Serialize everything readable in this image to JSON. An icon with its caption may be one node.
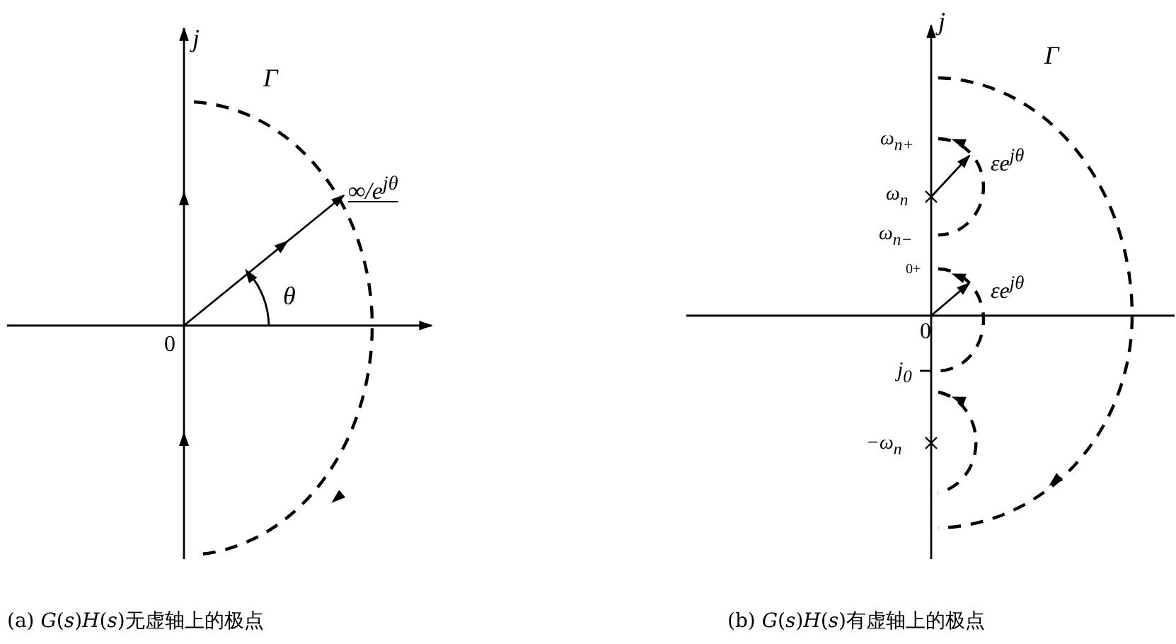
{
  "diagram": {
    "labels": [
      "j",
      "Γ",
      "∞/e$^{jθ}$",
      "θ",
      "0",
      "j",
      "Γ",
      "ω$_{n+}$",
      "εe$^{jθ}$",
      "ω$_{n}$",
      "ω$_{n−}$",
      "0+",
      "εe$^{jθ}$",
      "0",
      "j$_{0}$",
      "−ω$_{n}$",
      "(a) *G*(*s*)*H*(*s*)无虚轴上的极点",
      "(b) *G*(*s*)*H*(*s*)有虚轴上的极点"
    ]
  }
}
